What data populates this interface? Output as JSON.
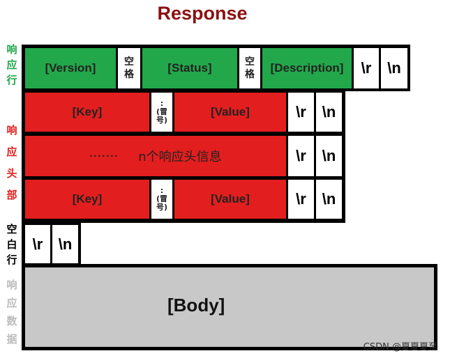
{
  "title": "Response",
  "colors": {
    "title": "#8b1111",
    "status_line": "#22a84a",
    "headers": "#e31e1e",
    "blank_line": "#000000",
    "body": "#c8c8c8",
    "body_label_side": "#bbbbbb"
  },
  "side_labels": {
    "status_line": [
      "响",
      "应",
      "行"
    ],
    "headers": [
      "响",
      "应",
      "头",
      "部"
    ],
    "blank_line": [
      "空",
      "白",
      "行"
    ],
    "body": [
      "响",
      "应",
      "数",
      "据"
    ]
  },
  "status_line": {
    "version": "[Version]",
    "space1": [
      "空",
      "格"
    ],
    "status": "[Status]",
    "space2": [
      "空",
      "格"
    ],
    "description": "[Description]",
    "cr": "\\r",
    "lf": "\\n"
  },
  "headers": {
    "row1": {
      "key": "[Key]",
      "colon": [
        ":",
        "(冒",
        "号)"
      ],
      "value": "[Value]",
      "cr": "\\r",
      "lf": "\\n"
    },
    "row2": {
      "dots": "·······",
      "text": "n个响应头信息",
      "cr": "\\r",
      "lf": "\\n"
    },
    "row3": {
      "key": "[Key]",
      "colon": [
        ":",
        "(冒",
        "号)"
      ],
      "value": "[Value]",
      "cr": "\\r",
      "lf": "\\n"
    }
  },
  "blank_line": {
    "cr": "\\r",
    "lf": "\\n"
  },
  "body": {
    "label": "[Body]"
  },
  "watermark": "CSDN @夏夏夏至"
}
